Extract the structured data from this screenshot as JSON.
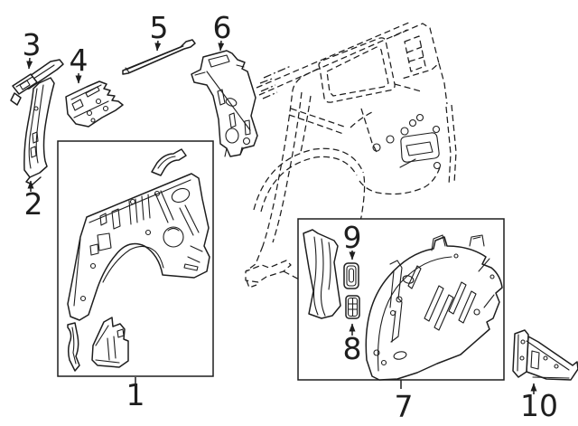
{
  "figure": {
    "background": "#ffffff",
    "line_color": "#1e1e1e"
  },
  "callouts": [
    {
      "label": "1"
    },
    {
      "label": "2"
    },
    {
      "label": "3"
    },
    {
      "label": "4"
    },
    {
      "label": "5"
    },
    {
      "label": "6"
    },
    {
      "label": "7"
    },
    {
      "label": "8"
    },
    {
      "label": "9"
    },
    {
      "label": "10"
    }
  ]
}
